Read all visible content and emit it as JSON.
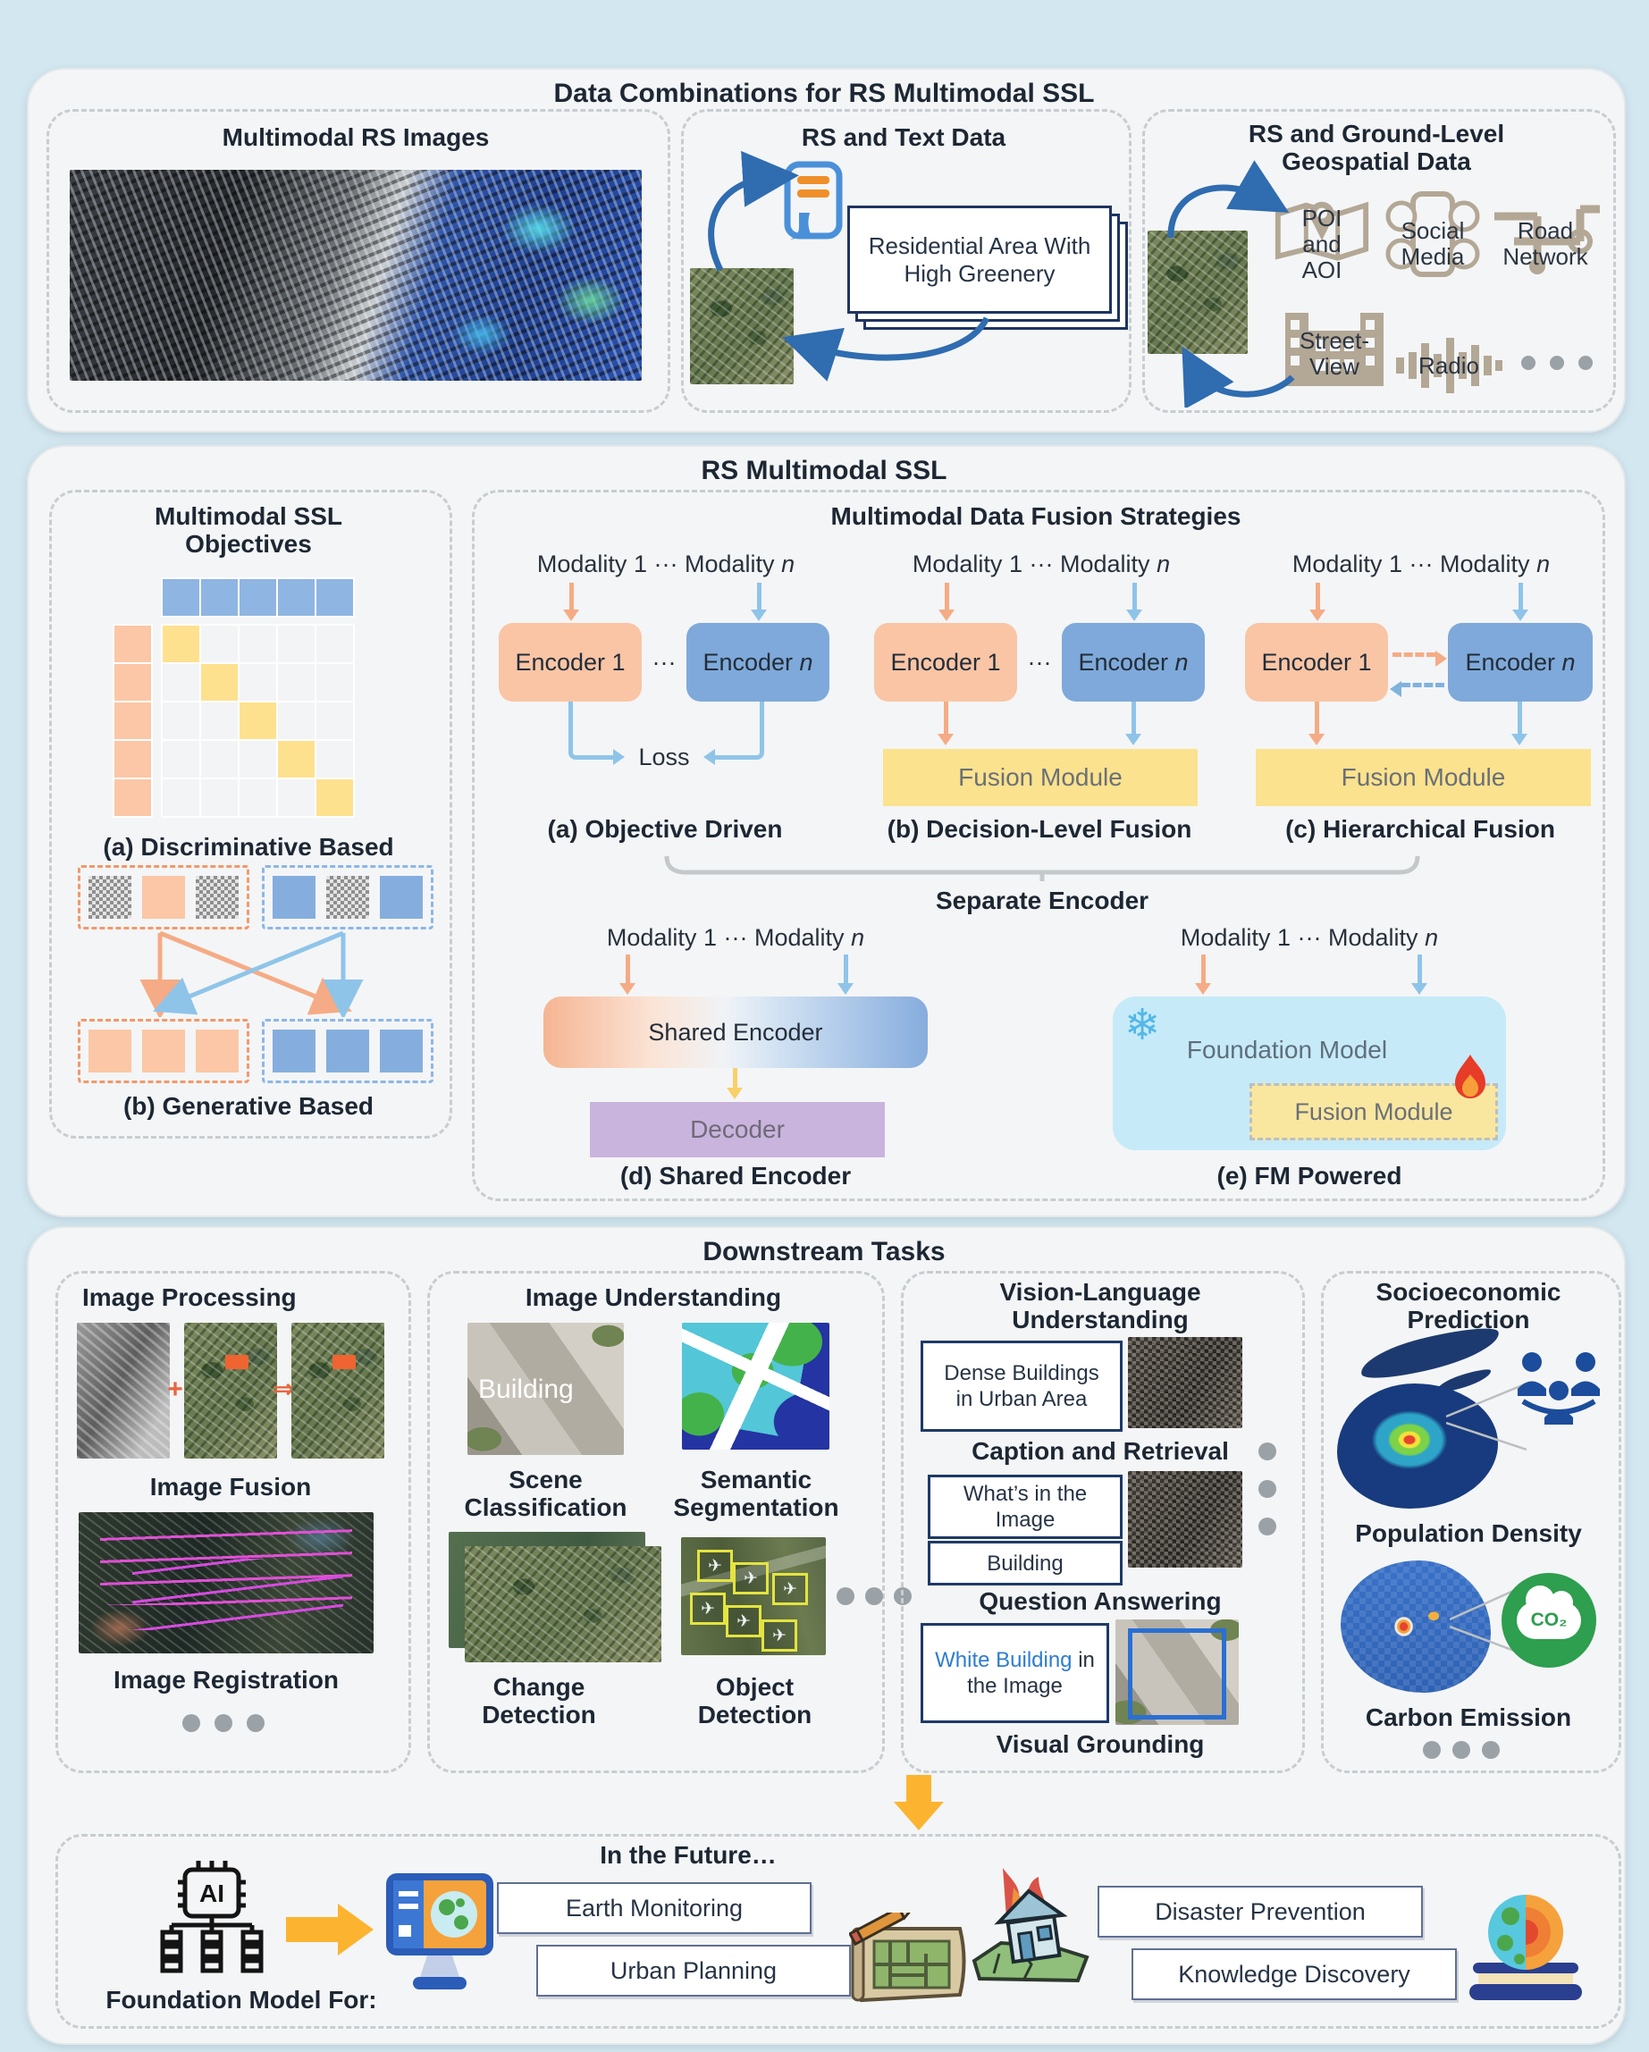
{
  "top": {
    "title": "Data Combinations for RS Multimodal SSL",
    "rs_images": {
      "title": "Multimodal RS Images"
    },
    "rs_text": {
      "title": "RS and Text Data",
      "card_text": "Residential Area With High Greenery"
    },
    "rs_ground": {
      "title": "RS and Ground-Level Geospatial Data",
      "poi": "POI and AOI",
      "social": "Social Media",
      "road": "Road Network",
      "street": "Street-View",
      "radio": "Radio"
    }
  },
  "ssl": {
    "title": "RS Multimodal SSL",
    "objectives": {
      "title": "Multimodal SSL Objectives",
      "label_a": "(a) Discriminative Based",
      "label_b": "(b) Generative Based"
    },
    "fusion": {
      "title": "Multimodal Data Fusion Strategies",
      "modality": "Modality",
      "one": "1",
      "n": "n",
      "dots": "···",
      "encoder": "Encoder",
      "loss": "Loss",
      "fusion_module": "Fusion Module",
      "label_a": "(a) Objective Driven",
      "label_b": "(b) Decision-Level Fusion",
      "label_c": "(c) Hierarchical Fusion",
      "label_d": "(d) Shared Encoder",
      "label_e": "(e) FM Powered",
      "separate_encoder": "Separate Encoder",
      "shared_encoder": "Shared Encoder",
      "decoder": "Decoder",
      "foundation_model": "Foundation Model"
    }
  },
  "tasks": {
    "title": "Downstream Tasks",
    "processing": {
      "title": "Image Processing",
      "fusion": "Image Fusion",
      "registration": "Image Registration",
      "plus": "+",
      "arrow": "⇒"
    },
    "understanding": {
      "title": "Image Understanding",
      "scene": "Scene Classification",
      "semantic": "Semantic Segmentation",
      "change": "Change Detection",
      "object": "Object Detection",
      "tag": "Building"
    },
    "vision_language": {
      "title": "Vision-Language Understanding",
      "caption_text": "Dense Buildings in Urban Area",
      "caption_label": "Caption and Retrieval",
      "question_text": "What’s in the Image",
      "answer_text": "Building",
      "qa_label": "Question Answering",
      "vg_highlight": "White Building",
      "vg_rest": " in the Image",
      "vg_label": "Visual Grounding"
    },
    "socioeconomic": {
      "title": "Socioeconomic Prediction",
      "population": "Population Density",
      "carbon": "Carbon Emission",
      "co2": "CO₂"
    }
  },
  "future": {
    "title": "In the Future…",
    "fm_for": "Foundation Model For:",
    "earth": "Earth Monitoring",
    "urban": "Urban Planning",
    "disaster": "Disaster Prevention",
    "knowledge": "Knowledge Discovery",
    "ai": "AI"
  }
}
